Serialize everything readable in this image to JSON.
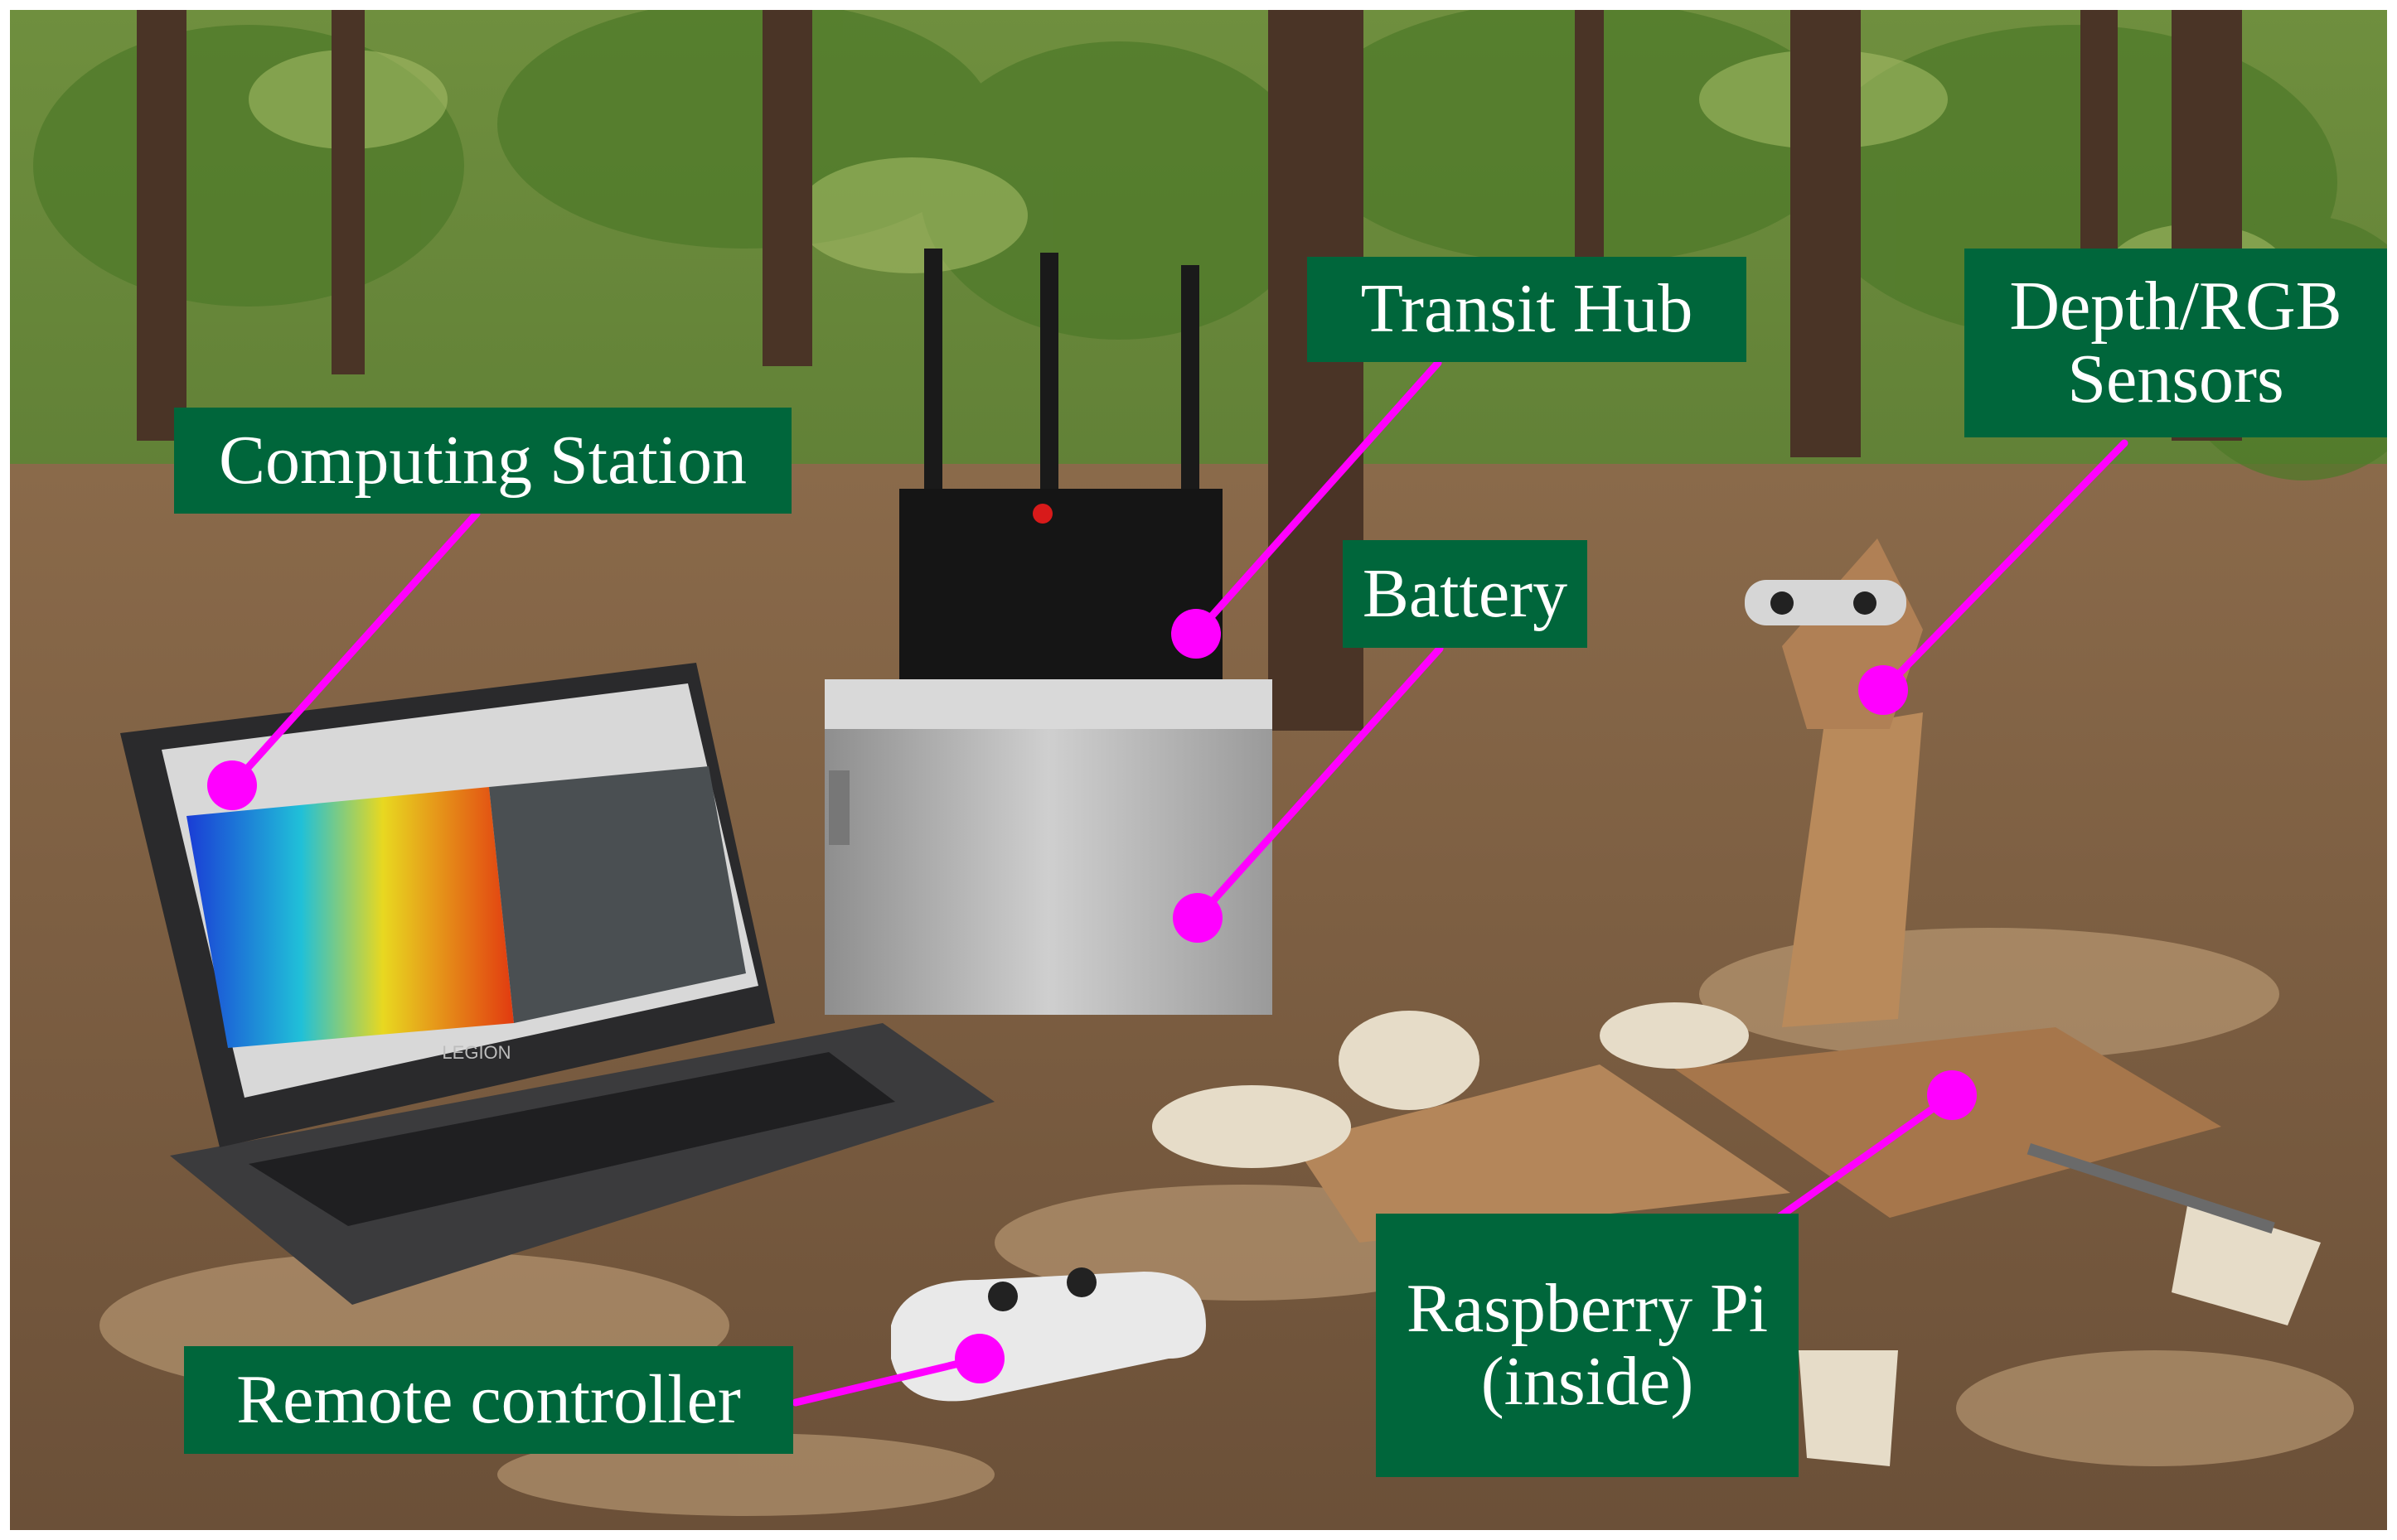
{
  "figure": {
    "labels": {
      "computing_station": "Computing Station",
      "transit_hub": "Transit Hub",
      "battery": "Battery",
      "depth_rgb_sensors_line1": "Depth/RGB",
      "depth_rgb_sensors_line2": "Sensors",
      "remote_controller": "Remote controller",
      "raspberry_pi_line1": "Raspberry Pi",
      "raspberry_pi_line2": "(inside)"
    },
    "laptop_brand": "LEGION",
    "colors": {
      "label_background": "#00663b",
      "label_text": "#ffffff",
      "callout_line": "#ff00ff",
      "callout_dot": "#ff00ff"
    }
  }
}
